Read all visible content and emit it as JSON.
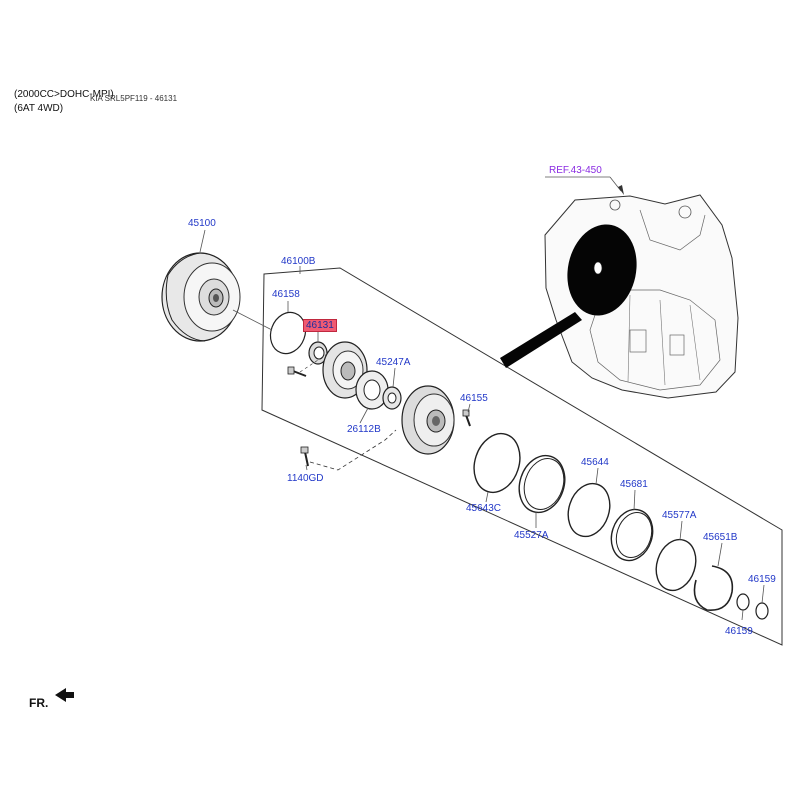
{
  "header": {
    "line1": "(2000CC>DOHC-MPI)",
    "line2": "(6AT 4WD)",
    "watermark": "KIA SRL5PF119 - 46131"
  },
  "reference": {
    "label": "REF.43-450"
  },
  "direction": {
    "label": "FR."
  },
  "parts": {
    "p45100": "45100",
    "p46100B": "46100B",
    "p46158": "46158",
    "p46131": "46131",
    "p45247A": "45247A",
    "p26112B": "26112B",
    "p46155": "46155",
    "p1140GD": "1140GD",
    "p45643C": "45643C",
    "p45527A": "45527A",
    "p45644": "45644",
    "p45681": "45681",
    "p45577A": "45577A",
    "p45651B": "45651B",
    "p46159a": "46159",
    "p46159b": "46159"
  },
  "colors": {
    "label_blue": "#2238c8",
    "highlight": "#f05a72",
    "reference_purple": "#8a2be2"
  }
}
